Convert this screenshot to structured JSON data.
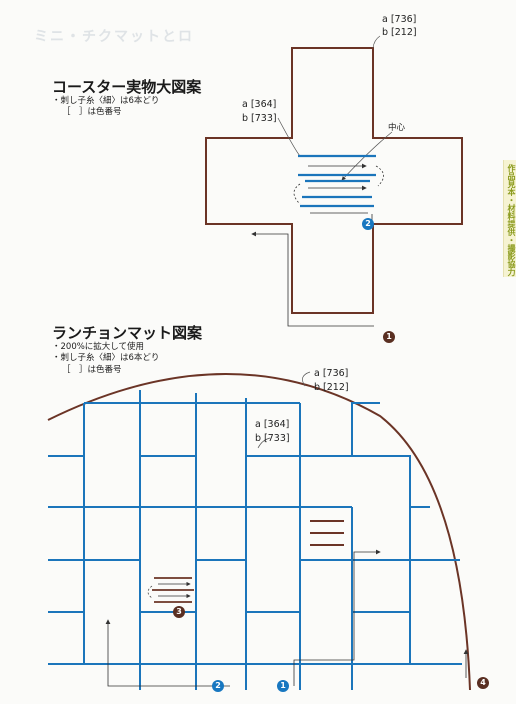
{
  "page": {
    "faded_header": "ミニ・チクマットとロ"
  },
  "sidebar": {
    "text": "作品見本・材料提供・撮影協力"
  },
  "coaster": {
    "title": "コースター実物大図案",
    "notes": [
      "・刺し子糸〈細〉は6本どり",
      "［　］は色番号"
    ],
    "label_outline": {
      "a": "a [736]",
      "b": "b [212]"
    },
    "label_inner": {
      "a": "a [364]",
      "b": "b [733]"
    },
    "center_label": "中心",
    "badges": [
      "1",
      "2"
    ]
  },
  "lunch": {
    "title": "ランチョンマット図案",
    "notes": [
      "・200%に拡大して使用",
      "・刺し子糸〈細〉は6本どり",
      "［　］は色番号"
    ],
    "label_outline": {
      "a": "a [736]",
      "b": "b [212]"
    },
    "label_inner": {
      "a": "a [364]",
      "b": "b [733]"
    },
    "badges": [
      "1",
      "2",
      "3",
      "4"
    ]
  },
  "colors": {
    "brown": "#6b3426",
    "blue": "#1b75bb",
    "accent": "#1877c0"
  }
}
